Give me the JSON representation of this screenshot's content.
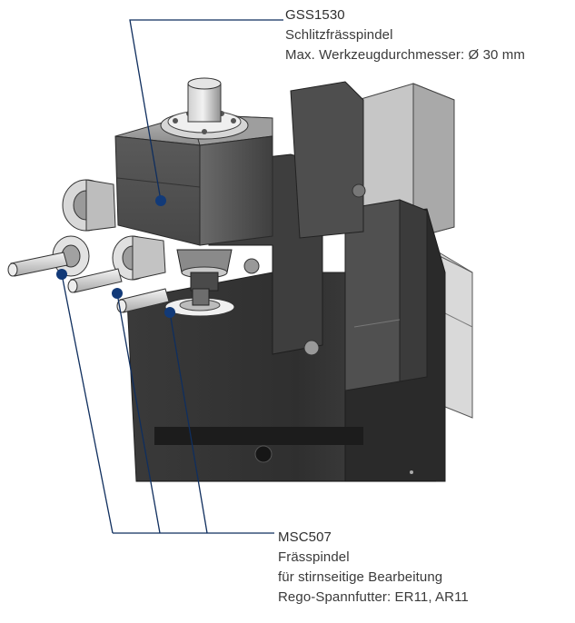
{
  "callouts": {
    "spindle_slot": {
      "model": "GSS1530",
      "name": "Schlitzfrässpindel",
      "spec": "Max. Werkzeugdurchmesser: Ø 30 mm"
    },
    "spindle_mill": {
      "model": "MSC507",
      "name": "Frässpindel",
      "desc": "für stirnseitige Bearbeitung",
      "spec": "Rego-Spannfutter: ER11, AR11"
    }
  },
  "colors": {
    "leader_line": "#0f2e5e",
    "marker_dot": "#123a78",
    "text": "#3a3a3a",
    "machine_dark": "#3c3c3c",
    "machine_mid": "#6e6e6e",
    "machine_light": "#b8b8b8"
  }
}
